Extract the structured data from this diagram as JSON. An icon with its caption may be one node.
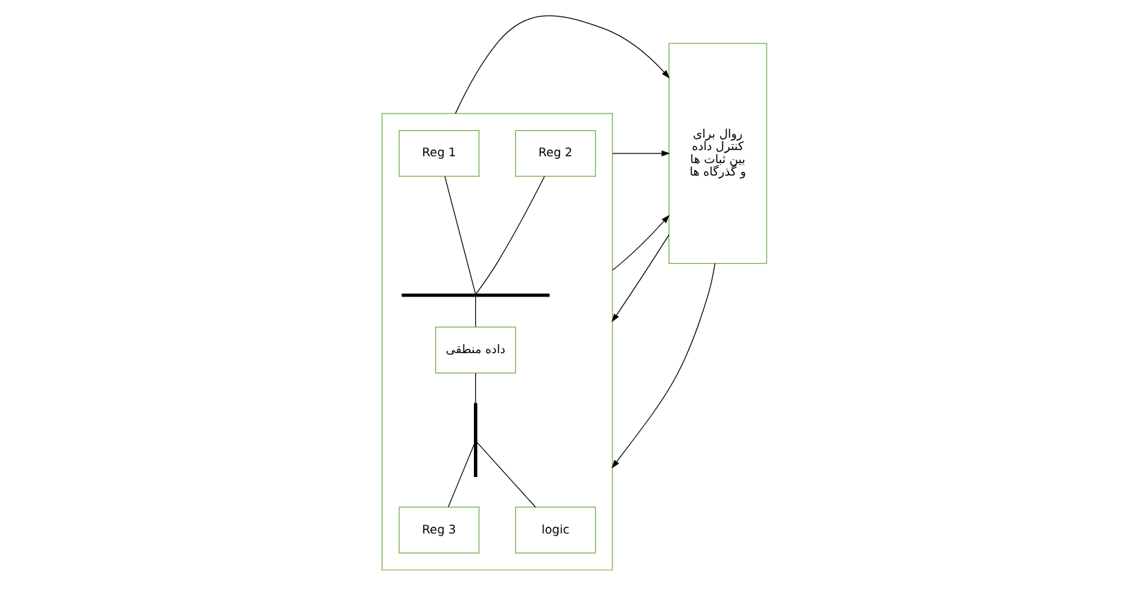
{
  "diagram": {
    "nodes": [
      {
        "text": [],
        "shape": "box"
      },
      {
        "text": [
          "Reg 1"
        ],
        "in": 0
      },
      {
        "text": [
          "Reg 2"
        ],
        "in": 0
      },
      {
        "text": [],
        "shape": "bar",
        "in": 0
      },
      {
        "text": [
          "داده منطقی"
        ],
        "in": 0
      },
      {
        "text": [],
        "shape": "bar",
        "in": 0
      },
      {
        "text": [
          "Reg 3"
        ],
        "in": 0
      },
      {
        "text": [
          "logic"
        ],
        "in": 0
      },
      {
        "text": [
          "روال برای کنترل داده بین ثبات ها و گذرگاه ها"
        ]
      }
    ],
    "edges": [
      {
        "from": 1,
        "to": 3,
        "arrow": "none"
      },
      {
        "from": 2,
        "to": 3,
        "arrow": "none"
      },
      {
        "from": 3,
        "to": 4,
        "arrow": "none"
      },
      {
        "from": 4,
        "to": 5,
        "arrow": "none"
      },
      {
        "from": 5,
        "to": 6,
        "arrow": "none"
      },
      {
        "from": 5,
        "to": 7,
        "arrow": "none"
      },
      {
        "from": 0,
        "to": 8,
        "arrow": "to"
      },
      {
        "from": 0,
        "to": 8,
        "arrow": "to"
      },
      {
        "from": 0,
        "to": 8,
        "arrow": "to"
      },
      {
        "from": 8,
        "to": 0,
        "arrow": "to"
      },
      {
        "from": 8,
        "to": 0,
        "arrow": "to"
      }
    ]
  }
}
